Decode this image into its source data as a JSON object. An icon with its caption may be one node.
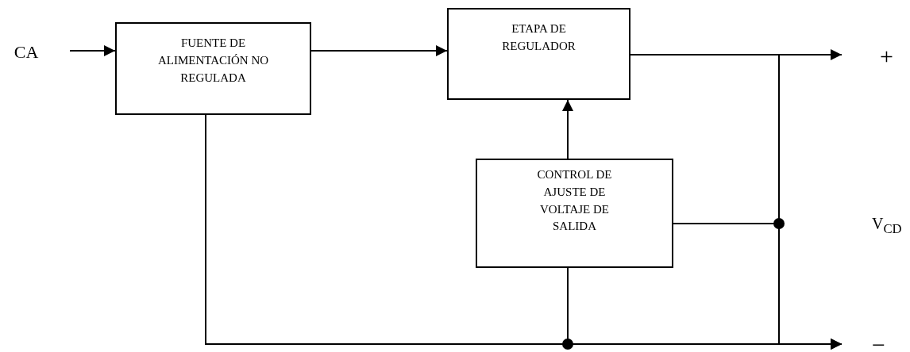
{
  "diagram": {
    "nodes": [
      {
        "text": [
          "CA"
        ]
      },
      {
        "text": [
          "FUENTE DE ALIMENTACIÓN NO REGULADA"
        ]
      },
      {
        "text": [
          "ETAPA DE REGULADOR"
        ]
      },
      {
        "text": [
          "CONTROL DE AJUSTE DE VOLTAJE DE SALIDA"
        ]
      }
    ],
    "edges": [
      {
        "from": 0,
        "to": 1,
        "arrow": "to"
      },
      {
        "from": 1,
        "to": 2,
        "arrow": "to"
      },
      {
        "from": 3,
        "to": 2,
        "arrow": "to"
      },
      {
        "from": 2,
        "to": null,
        "arrow": "to"
      },
      {
        "from": 1,
        "to": null,
        "arrow": "to"
      },
      {
        "from": 3,
        "to": null,
        "arrow": "to"
      },
      {
        "from": 3,
        "to": 2,
        "arrow": "none"
      },
      {
        "from": 3,
        "to": null,
        "arrow": "to"
      }
    ],
    "labels": [
      "+",
      "V$_{CD}$",
      "−"
    ]
  }
}
